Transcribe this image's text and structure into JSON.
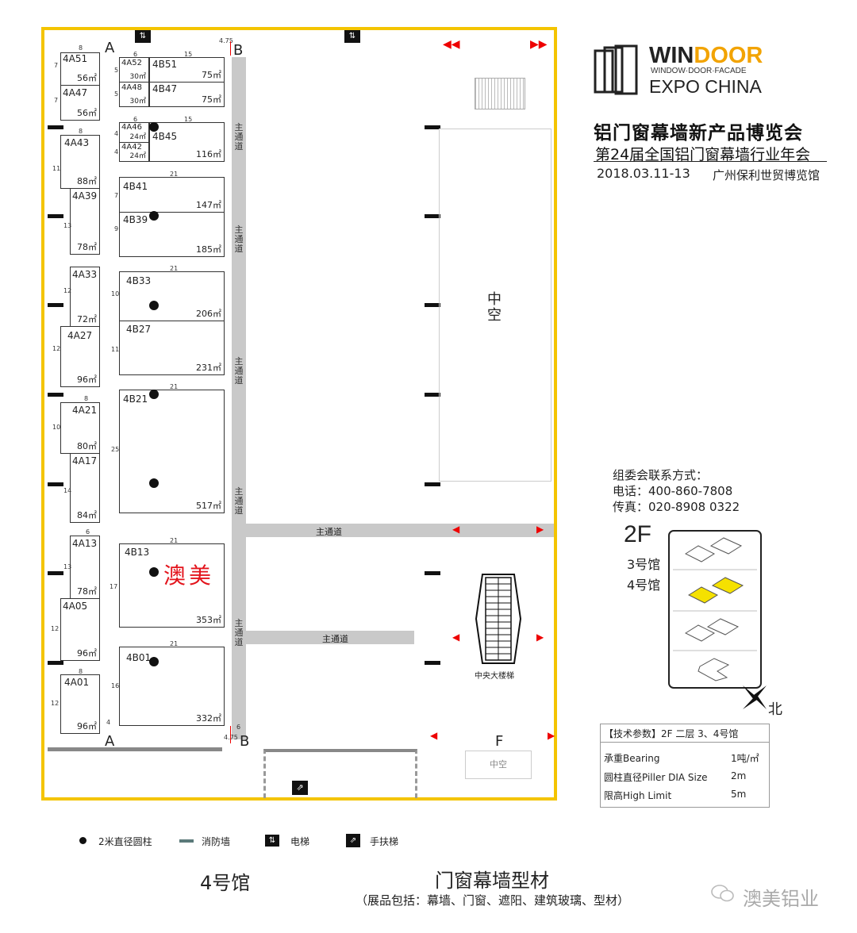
{
  "header": {
    "brand_win": "WIN",
    "brand_door": "DOOR",
    "brand_sub": "WINDOW·DOOR·FACADE",
    "brand_expo": "EXPO CHINA",
    "title1": "铝门窗幕墙新产品博览会",
    "title2": "第24届全国铝门窗幕墙行业年会",
    "date": "2018.03.11-13",
    "venue": "广州保利世贸博览馆"
  },
  "contact": {
    "heading": "组委会联系方式：",
    "phone": "电话：400-860-7808",
    "fax": "传真：020-8908 0322"
  },
  "floor_key": {
    "floor": "2F",
    "hall3": "3号馆",
    "hall4": "4号馆",
    "north": "北",
    "highlight_color": "#f5e100"
  },
  "tech": {
    "heading": "【技术参数】2F  二层   3、4号馆",
    "rows": [
      {
        "label": "承重Bearing",
        "value": "1吨/㎡"
      },
      {
        "label": "圆柱直径Piller DIA Size",
        "value": "2m"
      },
      {
        "label": "限高High Limit",
        "value": "5m"
      }
    ]
  },
  "plan": {
    "corner_a": "A",
    "corner_b": "B",
    "corner_f": "F",
    "main_aisle": "主通道",
    "void": "中空",
    "stairs": "中央大楼梯",
    "exhibitor": "澳美",
    "dim_475": "4.75",
    "booths_a": [
      {
        "id": "4A51",
        "area": "56㎡",
        "w": "8",
        "h": "7"
      },
      {
        "id": "4A47",
        "area": "56㎡",
        "h": "7"
      },
      {
        "id": "4A43",
        "area": "88㎡",
        "w": "8",
        "h": "11"
      },
      {
        "id": "4A39",
        "area": "78㎡",
        "h": "13"
      },
      {
        "id": "4A33",
        "area": "72㎡",
        "h": "12"
      },
      {
        "id": "4A27",
        "area": "96㎡",
        "h": "12"
      },
      {
        "id": "4A21",
        "area": "80㎡",
        "w": "8",
        "h": "10"
      },
      {
        "id": "4A17",
        "area": "84㎡",
        "h": "14"
      },
      {
        "id": "4A13",
        "area": "78㎡",
        "w": "6",
        "h": "13"
      },
      {
        "id": "4A05",
        "area": "96㎡",
        "h": "12"
      },
      {
        "id": "4A01",
        "area": "96㎡",
        "w": "8",
        "h": "12"
      }
    ],
    "booths_b": [
      {
        "id": "4A52",
        "area": "30㎡",
        "w": "6",
        "h": "5"
      },
      {
        "id": "4B51",
        "area": "75㎡",
        "w": "15"
      },
      {
        "id": "4A48",
        "area": "30㎡",
        "h": "5"
      },
      {
        "id": "4B47",
        "area": "75㎡"
      },
      {
        "id": "4A46",
        "area": "24㎡",
        "w": "6",
        "h": "4"
      },
      {
        "id": "4B45",
        "area": "116㎡",
        "w": "15"
      },
      {
        "id": "4A42",
        "area": "24㎡",
        "h": "4"
      },
      {
        "id": "4B41",
        "area": "147㎡",
        "w": "21",
        "h": "7"
      },
      {
        "id": "4B39",
        "area": "185㎡",
        "h": "9"
      },
      {
        "id": "4B33",
        "area": "206㎡",
        "w": "21",
        "h": "10"
      },
      {
        "id": "4B27",
        "area": "231㎡",
        "h": "11"
      },
      {
        "id": "4B21",
        "area": "517㎡",
        "w": "21",
        "h": "25"
      },
      {
        "id": "4B13",
        "area": "353㎡",
        "w": "21",
        "h": "17"
      },
      {
        "id": "4B01",
        "area": "332㎡",
        "w": "21",
        "h": "16",
        "d6": "6",
        "d4": "4"
      }
    ]
  },
  "legend": {
    "pillar": "2米直径圆柱",
    "firewall": "消防墙",
    "elevator": "电梯",
    "escalator": "手扶梯"
  },
  "footer": {
    "hall": "4号馆",
    "category": "门窗幕墙型材",
    "exhibits": "（展品包括：幕墙、门窗、遮阳、建筑玻璃、型材）",
    "watermark": "澳美铝业"
  }
}
